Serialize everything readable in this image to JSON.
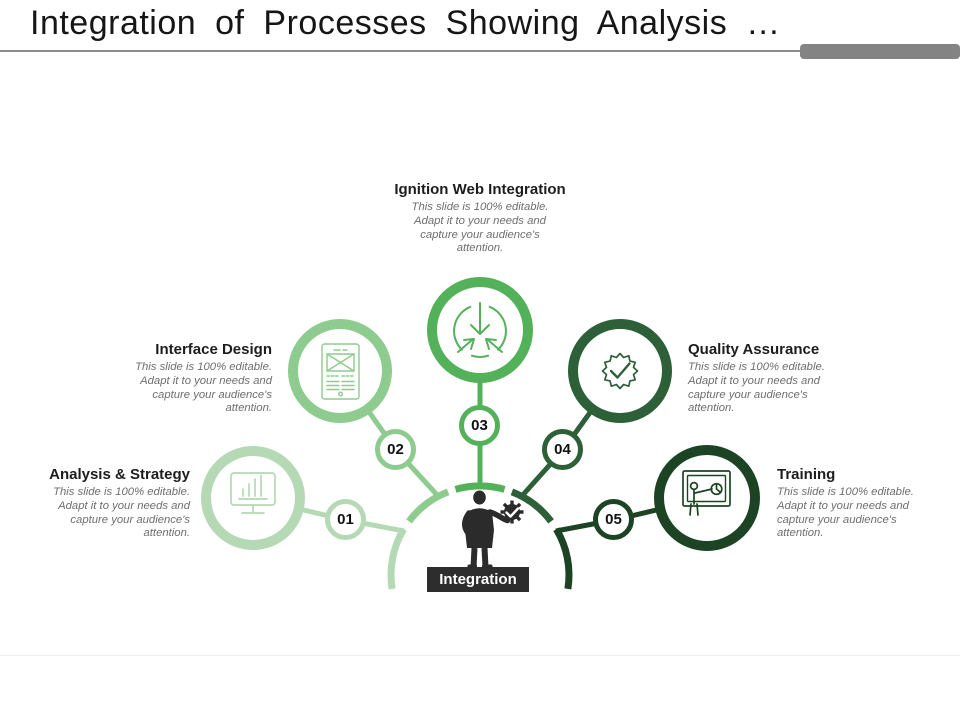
{
  "slide": {
    "title": "Integration of Processes Showing Analysis …"
  },
  "stages": [
    {
      "number": "01",
      "title": "Analysis & Strategy",
      "desc": "This slide is 100% editable. Adapt it to your needs and capture your audience's attention.",
      "color": "#b5d8b5",
      "icon": "bar-chart-monitor-icon"
    },
    {
      "number": "02",
      "title": "Interface Design",
      "desc": "This slide is 100% editable. Adapt it to your needs and capture your audience's attention.",
      "color": "#8ecb8e",
      "icon": "tablet-wireframe-icon"
    },
    {
      "number": "03",
      "title": "Ignition Web Integration",
      "desc": "This slide is 100% editable. Adapt it to your needs and capture your audience's attention.",
      "color": "#53b259",
      "icon": "converging-arrows-icon"
    },
    {
      "number": "04",
      "title": "Quality Assurance",
      "desc": "This slide is 100% editable. Adapt it to your needs and capture your audience's attention.",
      "color": "#2d5f38",
      "icon": "certified-badge-icon"
    },
    {
      "number": "05",
      "title": "Training",
      "desc": "This slide is 100% editable. Adapt it to your needs and capture your audience's attention.",
      "color": "#1c4424",
      "icon": "presenter-board-icon"
    }
  ],
  "center": {
    "label": "Integration",
    "label_bg": "#2d2d2d",
    "icon": "person-with-gear-icon"
  },
  "decor": {
    "rule_color": "#8c8c8c",
    "accent_bar_color": "#838383"
  }
}
